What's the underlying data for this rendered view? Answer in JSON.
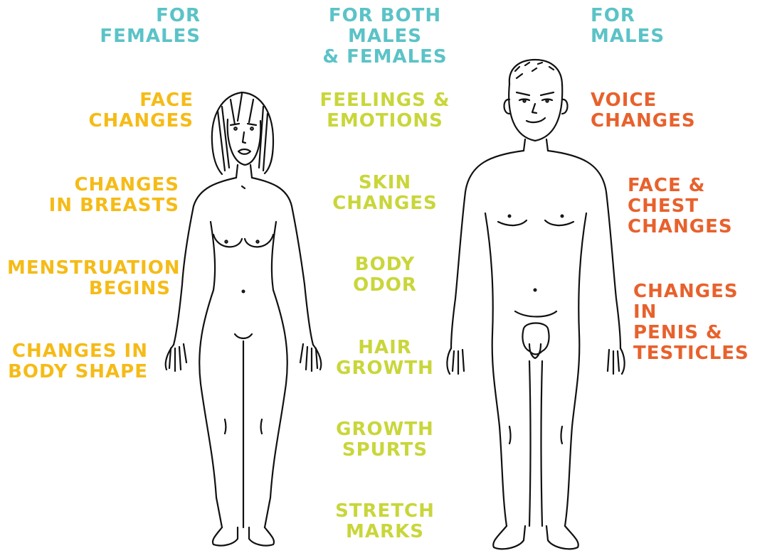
{
  "headers": {
    "females": "FOR\nFEMALES",
    "both": "FOR BOTH MALES\n& FEMALES",
    "males": "FOR\nMALES"
  },
  "female_changes": [
    "FACE\nCHANGES",
    "CHANGES\nIN BREASTS",
    "MENSTRUATION\nBEGINS",
    "CHANGES IN\nBODY SHAPE"
  ],
  "both_changes": [
    "FEELINGS &\nEMOTIONS",
    "SKIN\nCHANGES",
    "BODY\nODOR",
    "HAIR\nGROWTH",
    "GROWTH\nSPURTS",
    "STRETCH\nMARKS"
  ],
  "male_changes": [
    "VOICE\nCHANGES",
    "FACE &\nCHEST\nCHANGES",
    "CHANGES IN\nPENIS &\nTESTICLES"
  ],
  "colors": {
    "header": "#5bc3c7",
    "female": "#f5bb17",
    "both": "#c9d63a",
    "male": "#e8612c"
  }
}
